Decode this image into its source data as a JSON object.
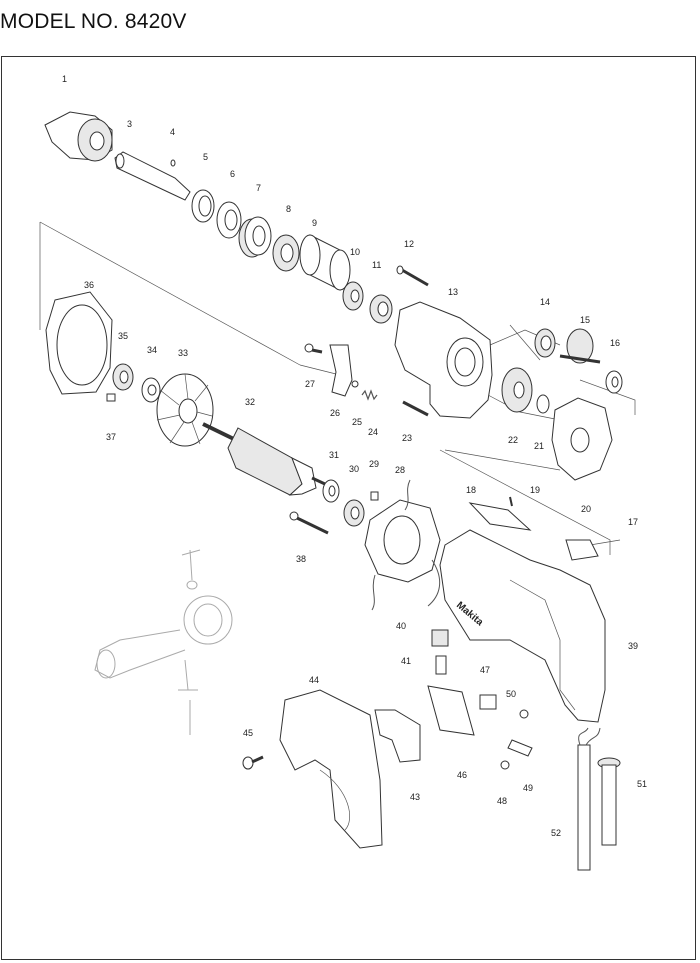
{
  "header": {
    "model_title": "MODEL NO. 8420V"
  },
  "callouts": [
    {
      "id": "1",
      "text": "1"
    },
    {
      "id": "3",
      "text": "3"
    },
    {
      "id": "4",
      "text": "4"
    },
    {
      "id": "5",
      "text": "5"
    },
    {
      "id": "6",
      "text": "6"
    },
    {
      "id": "7",
      "text": "7"
    },
    {
      "id": "8",
      "text": "8"
    },
    {
      "id": "9",
      "text": "9"
    },
    {
      "id": "10",
      "text": "10"
    },
    {
      "id": "11",
      "text": "11"
    },
    {
      "id": "12",
      "text": "12"
    },
    {
      "id": "13",
      "text": "13"
    },
    {
      "id": "14",
      "text": "14"
    },
    {
      "id": "15",
      "text": "15"
    },
    {
      "id": "16",
      "text": "16"
    },
    {
      "id": "17",
      "text": "17"
    },
    {
      "id": "18",
      "text": "18"
    },
    {
      "id": "19",
      "text": "19"
    },
    {
      "id": "20",
      "text": "20"
    },
    {
      "id": "21",
      "text": "21"
    },
    {
      "id": "22",
      "text": "22"
    },
    {
      "id": "23",
      "text": "23"
    },
    {
      "id": "24",
      "text": "24"
    },
    {
      "id": "25",
      "text": "25"
    },
    {
      "id": "26",
      "text": "26"
    },
    {
      "id": "27",
      "text": "27"
    },
    {
      "id": "28",
      "text": "28"
    },
    {
      "id": "29",
      "text": "29"
    },
    {
      "id": "30",
      "text": "30"
    },
    {
      "id": "31",
      "text": "31"
    },
    {
      "id": "32",
      "text": "32"
    },
    {
      "id": "33",
      "text": "33"
    },
    {
      "id": "34",
      "text": "34"
    },
    {
      "id": "35",
      "text": "35"
    },
    {
      "id": "36",
      "text": "36"
    },
    {
      "id": "37",
      "text": "37"
    },
    {
      "id": "38",
      "text": "38"
    },
    {
      "id": "39",
      "text": "39"
    },
    {
      "id": "40",
      "text": "40"
    },
    {
      "id": "41",
      "text": "41"
    },
    {
      "id": "43",
      "text": "43"
    },
    {
      "id": "44",
      "text": "44"
    },
    {
      "id": "45",
      "text": "45"
    },
    {
      "id": "46",
      "text": "46"
    },
    {
      "id": "47",
      "text": "47"
    },
    {
      "id": "48",
      "text": "48"
    },
    {
      "id": "49",
      "text": "49"
    },
    {
      "id": "50",
      "text": "50"
    },
    {
      "id": "51",
      "text": "51"
    },
    {
      "id": "52",
      "text": "52"
    }
  ],
  "housing_logo": "Makita"
}
